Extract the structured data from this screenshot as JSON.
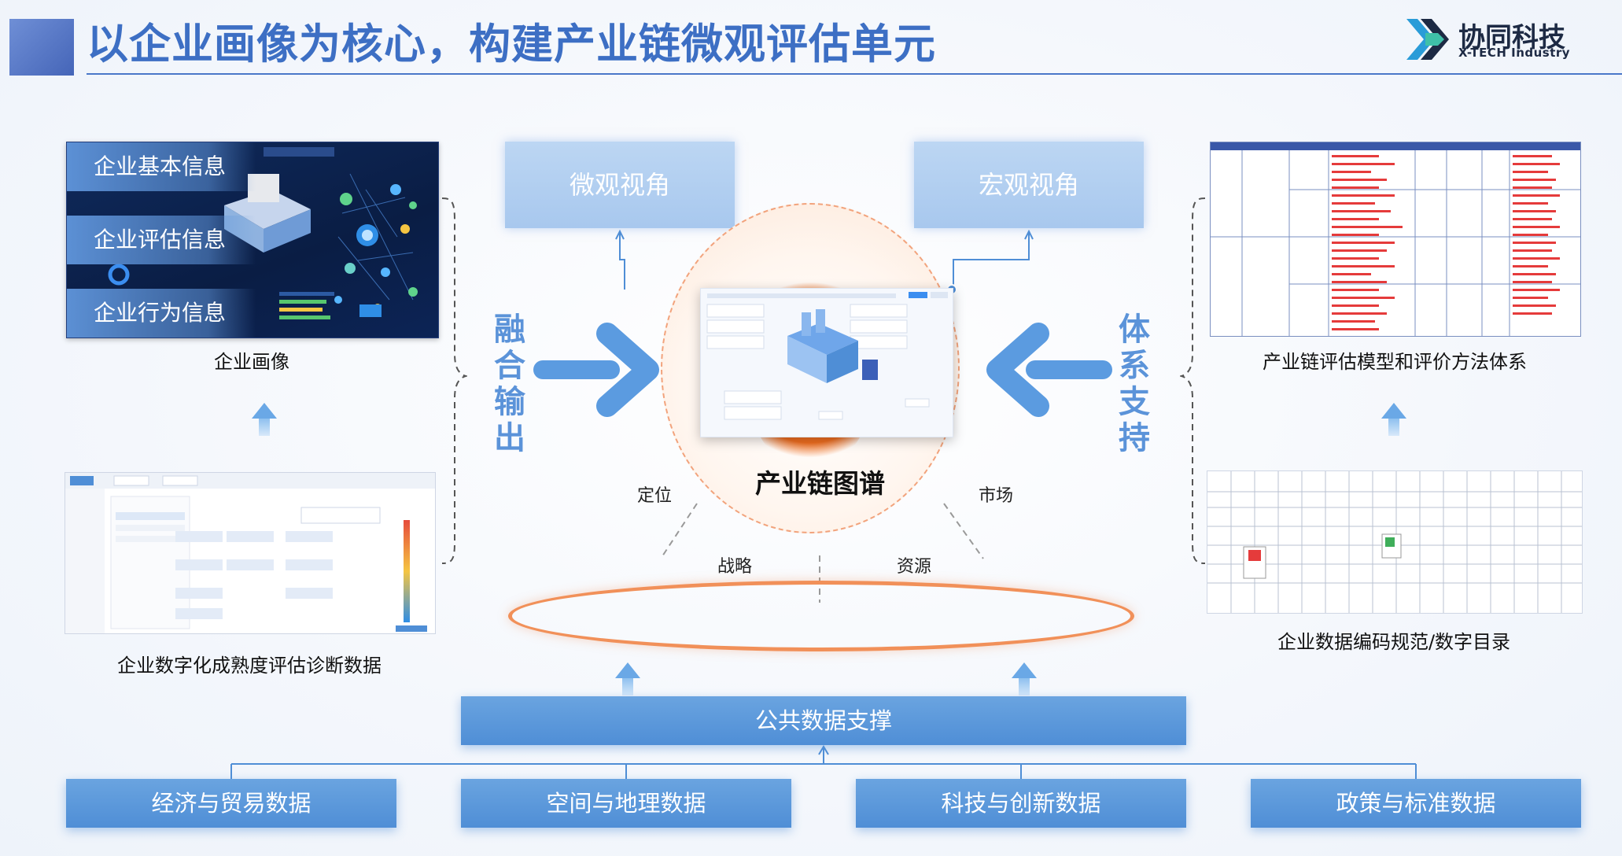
{
  "header": {
    "title": "以企业画像为核心，构建产业链微观评估单元"
  },
  "logo": {
    "name": "协同科技",
    "sub": "X-TECH Industry"
  },
  "left_panel": {
    "tags": [
      "企业基本信息",
      "企业评估信息",
      "企业行为信息"
    ],
    "caption": "企业画像"
  },
  "left_lower": {
    "caption": "企业数字化成熟度评估诊断数据"
  },
  "views": {
    "micro": "微观视角",
    "macro": "宏观视角"
  },
  "center": {
    "label": "产业链图谱"
  },
  "left_word": [
    "融",
    "合",
    "输",
    "出"
  ],
  "right_word": [
    "体",
    "系",
    "支",
    "持"
  ],
  "ring_labels": {
    "position": "定位",
    "market": "市场",
    "strategy": "战略",
    "resource": "资源"
  },
  "right_panel": {
    "caption": "产业链评估模型和评价方法体系"
  },
  "right_lower": {
    "caption": "企业数据编码规范/数字目录"
  },
  "public": {
    "label": "公共数据支撑"
  },
  "data_sources": [
    "经济与贸易数据",
    "空间与地理数据",
    "科技与创新数据",
    "政策与标准数据"
  ],
  "colors": {
    "primary": "#4f8ed6",
    "accent": "#f19059",
    "title": "#3d6fc4"
  },
  "icons": [
    "x-tech-logo-icon",
    "right-arrow-icon",
    "left-arrow-icon",
    "up-arrow-icon"
  ]
}
